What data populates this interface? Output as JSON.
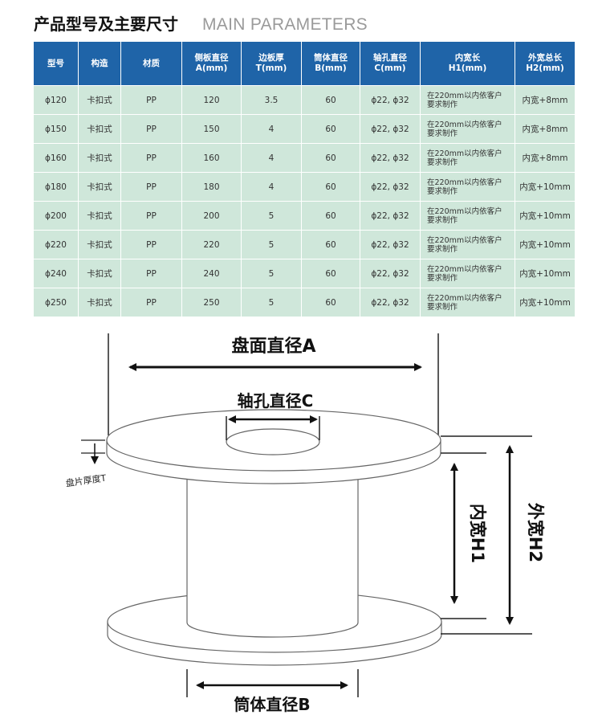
{
  "header": {
    "title_cn": "产品型号及主要尺寸",
    "title_en": "MAIN PARAMETERS"
  },
  "table": {
    "headers": [
      [
        "型号"
      ],
      [
        "构造"
      ],
      [
        "材质"
      ],
      [
        "侧板直径",
        "A(mm)"
      ],
      [
        "边板厚",
        "T(mm)"
      ],
      [
        "筒体直径",
        "B(mm)"
      ],
      [
        "轴孔直径",
        "C(mm)"
      ],
      [
        "内宽长",
        "H1(mm)"
      ],
      [
        "外宽总长",
        "H2(mm)"
      ]
    ],
    "rows": [
      {
        "model": "ϕ120",
        "structure": "卡扣式",
        "material": "PP",
        "a": "120",
        "t": "3.5",
        "b": "60",
        "c": "ϕ22, ϕ32",
        "h1": [
          "在220mm以内依客户",
          "要求制作"
        ],
        "h2": "内宽+8mm"
      },
      {
        "model": "ϕ150",
        "structure": "卡扣式",
        "material": "PP",
        "a": "150",
        "t": "4",
        "b": "60",
        "c": "ϕ22, ϕ32",
        "h1": [
          "在220mm以内依客户",
          "要求制作"
        ],
        "h2": "内宽+8mm"
      },
      {
        "model": "ϕ160",
        "structure": "卡扣式",
        "material": "PP",
        "a": "160",
        "t": "4",
        "b": "60",
        "c": "ϕ22, ϕ32",
        "h1": [
          "在220mm以内依客户",
          "要求制作"
        ],
        "h2": "内宽+8mm"
      },
      {
        "model": "ϕ180",
        "structure": "卡扣式",
        "material": "PP",
        "a": "180",
        "t": "4",
        "b": "60",
        "c": "ϕ22, ϕ32",
        "h1": [
          "在220mm以内依客户",
          "要求制作"
        ],
        "h2": "内宽+10mm"
      },
      {
        "model": "ϕ200",
        "structure": "卡扣式",
        "material": "PP",
        "a": "200",
        "t": "5",
        "b": "60",
        "c": "ϕ22, ϕ32",
        "h1": [
          "在220mm以内依客户",
          "要求制作"
        ],
        "h2": "内宽+10mm"
      },
      {
        "model": "ϕ220",
        "structure": "卡扣式",
        "material": "PP",
        "a": "220",
        "t": "5",
        "b": "60",
        "c": "ϕ22, ϕ32",
        "h1": [
          "在220mm以内依客户",
          "要求制作"
        ],
        "h2": "内宽+10mm"
      },
      {
        "model": "ϕ240",
        "structure": "卡扣式",
        "material": "PP",
        "a": "240",
        "t": "5",
        "b": "60",
        "c": "ϕ22, ϕ32",
        "h1": [
          "在220mm以内依客户",
          "要求制作"
        ],
        "h2": "内宽+10mm"
      },
      {
        "model": "ϕ250",
        "structure": "卡扣式",
        "material": "PP",
        "a": "250",
        "t": "5",
        "b": "60",
        "c": "ϕ22, ϕ32",
        "h1": [
          "在220mm以内依客户",
          "要求制作"
        ],
        "h2": "内宽+10mm"
      }
    ]
  },
  "diagram": {
    "label_a": "盘面直径A",
    "label_c": "轴孔直径C",
    "label_t": "盘片厚度T",
    "label_h1": "内宽H1",
    "label_h2": "外宽H2",
    "label_b": "筒体直径B"
  },
  "colors": {
    "header_bg": "#1f64a8",
    "row_bg": "#cfe7da"
  }
}
